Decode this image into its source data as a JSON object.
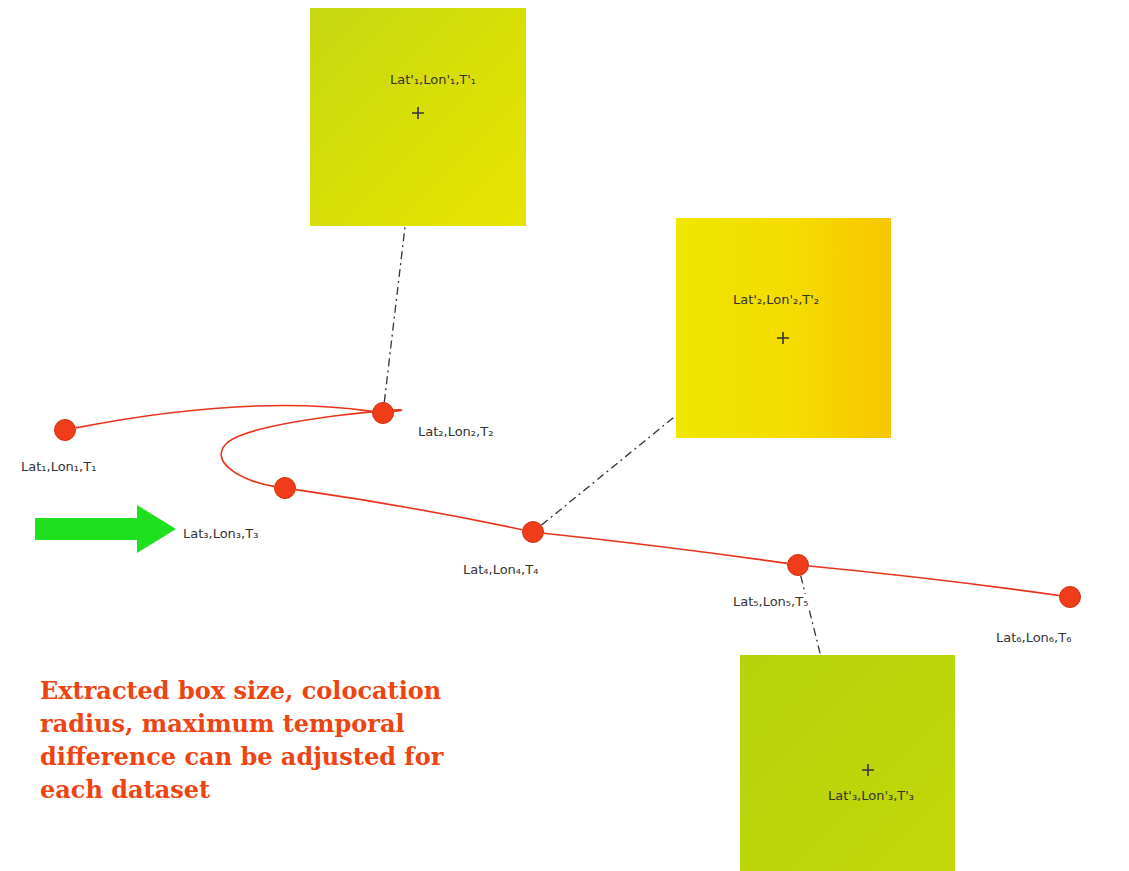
{
  "diagram": {
    "nodes": [
      {
        "text": [
          "Lat'₁,Lon'₁,T'₁"
        ]
      },
      {
        "text": [
          "Lat'₂,Lon'₂,T'₂"
        ]
      },
      {
        "text": [
          "Lat₁,Lon₁,T₁"
        ]
      },
      {
        "text": [
          "Lat₂,Lon₂,T₂"
        ]
      },
      {
        "text": [
          "Lat₃,Lon₃,T₃"
        ]
      },
      {
        "text": [
          "Lat₄,Lon₄,T₄"
        ]
      },
      {
        "text": [
          "Lat₅,Lon₅,T₅"
        ]
      },
      {
        "text": [
          "Lat₆,Lon₆,T₆"
        ]
      },
      {
        "text": [
          "Lat'₃,Lon'₃,T'₃"
        ]
      }
    ],
    "edges": [
      {
        "from": 2,
        "to": 3,
        "arrow": "none"
      },
      {
        "from": 3,
        "to": 4,
        "arrow": "none"
      },
      {
        "from": 4,
        "to": 5,
        "arrow": "none"
      },
      {
        "from": 5,
        "to": 6,
        "arrow": "none"
      },
      {
        "from": 6,
        "to": 7,
        "arrow": "none"
      },
      {
        "from": 3,
        "to": 0,
        "arrow": "none"
      },
      {
        "from": 5,
        "to": 1,
        "arrow": "none"
      },
      {
        "from": 6,
        "to": 8,
        "arrow": "none"
      }
    ],
    "labels": [
      "Extracted box size, colocation radius, maximum temporal difference can be adjusted for each dataset"
    ]
  }
}
